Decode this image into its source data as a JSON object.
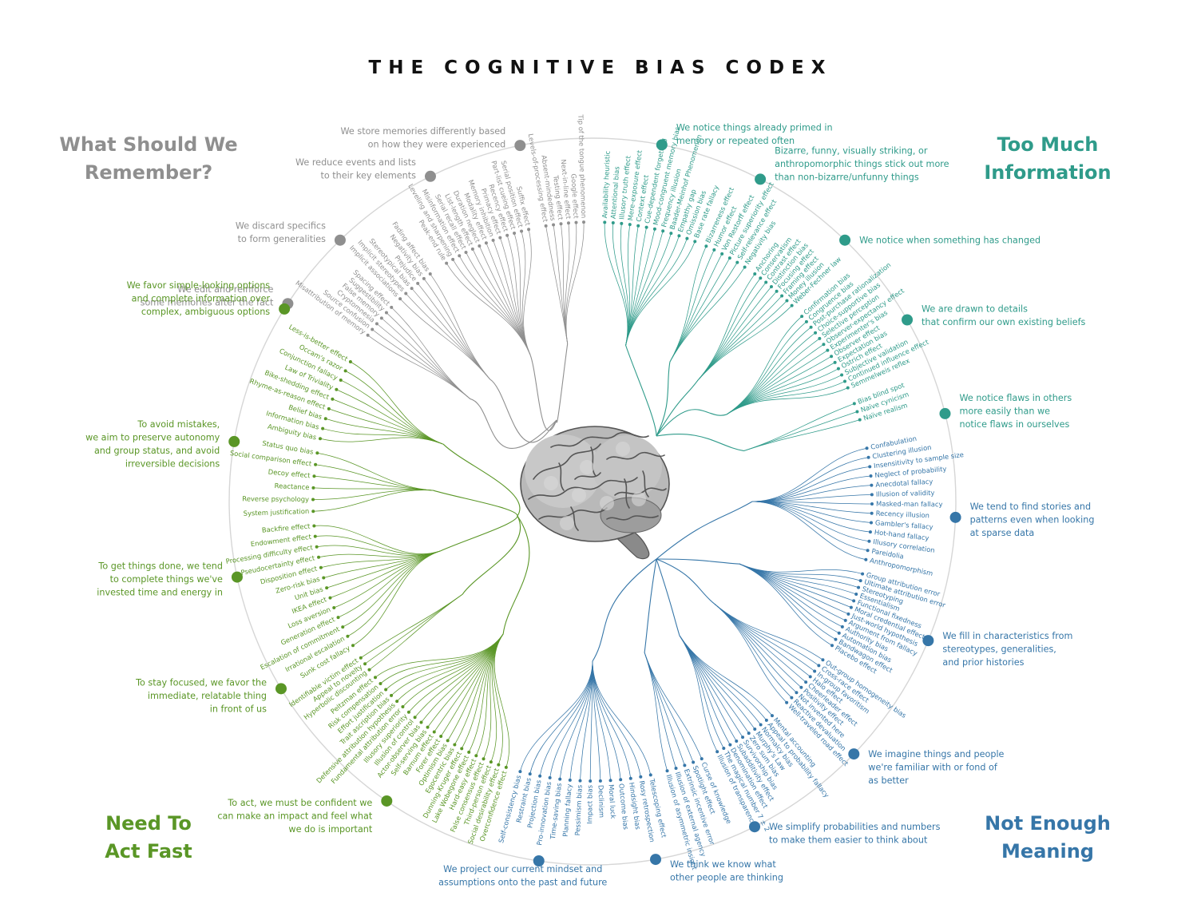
{
  "title": "THE COGNITIVE BIAS CODEX",
  "colors": {
    "gray": "#8f8f8f",
    "teal": "#2f9b8a",
    "blue": "#3676a8",
    "green": "#5a9626",
    "circle": "#d6d6d6"
  },
  "center_icon": "brain-icon",
  "quadrants": {
    "remember": {
      "label": [
        "What Should We",
        "Remember?"
      ]
    },
    "info": {
      "label": [
        "Too Much",
        "Information"
      ]
    },
    "meaning": {
      "label": [
        "Not Enough",
        "Meaning"
      ]
    },
    "fast": {
      "label": [
        "Need To",
        "Act Fast"
      ]
    }
  },
  "subcategories": [
    {
      "id": "g1",
      "color": "gray",
      "text": [
        "We store memories differently based",
        "on how they were experienced"
      ],
      "biases": [
        "Tip of the tongue phenomenon",
        "Google effect",
        "Next-in-line effect",
        "Testing effect",
        "Absent-mindedness",
        "Levels-of-processing effect"
      ]
    },
    {
      "id": "g2",
      "color": "gray",
      "text": [
        "We reduce events and lists",
        "to their key elements"
      ],
      "biases": [
        "Suffix effect",
        "Serial position effect",
        "Part-list cueing effect",
        "Recency effect",
        "Primacy effect",
        "Memory inhibition",
        "Modality effect",
        "Duration neglect",
        "List-length effect",
        "Serial recall effect",
        "Misinformation effect",
        "Leveling and sharpening",
        "Peak-end rule"
      ]
    },
    {
      "id": "g3",
      "color": "gray",
      "text": [
        "We discard specifics",
        "to form generalities"
      ],
      "biases": [
        "Fading affect bias",
        "Negativity bias",
        "Prejudice",
        "Stereotypical bias",
        "Implicit stereotypes",
        "Implicit associations"
      ]
    },
    {
      "id": "g4",
      "color": "gray",
      "text": [
        "We edit and reinforce",
        "some memories after the fact"
      ],
      "biases": [
        "Spacing effect",
        "Suggestibility",
        "False memory",
        "Cryptomnesia",
        "Source confusion",
        "Misattribution of memory"
      ]
    },
    {
      "id": "t1",
      "color": "teal",
      "text": [
        "We notice things already primed in",
        "memory or repeated often"
      ],
      "biases": [
        "Availability heuristic",
        "Attentional bias",
        "Illusory truth effect",
        "Mere-exposure effect",
        "Context effect",
        "Cue-dependent forgetting",
        "Mood-congruent memory bias",
        "Frequency illusion",
        "Baader-Meinhof Phenomenon",
        "Empathy gap",
        "Omission bias",
        "Base rate fallacy"
      ]
    },
    {
      "id": "t2",
      "color": "teal",
      "text": [
        "Bizarre, funny, visually striking, or",
        "anthropomorphic things stick out more",
        "than non-bizarre/unfunny things"
      ],
      "biases": [
        "Bizarreness effect",
        "Humor effect",
        "Von Restorff effect",
        "Picture superiority effect",
        "Self-relevance effect",
        "Negativity bias"
      ]
    },
    {
      "id": "t3",
      "color": "teal",
      "text": [
        "We notice when something has changed"
      ],
      "biases": [
        "Anchoring",
        "Conservatism",
        "Contrast effect",
        "Distinction bias",
        "Focusing effect",
        "Framing effect",
        "Money illusion",
        "Weber-Fechner law"
      ]
    },
    {
      "id": "t4",
      "color": "teal",
      "text": [
        "We are drawn to details",
        "that confirm our own existing beliefs"
      ],
      "biases": [
        "Confirmation bias",
        "Congruence bias",
        "Post-purchase rationalization",
        "Choice-supportive bias",
        "Selective perception",
        "Observer-expectancy effect",
        "Experimenter's bias",
        "Observer effect",
        "Expectation bias",
        "Ostrich effect",
        "Subjective validation",
        "Continued influence effect",
        "Semmelweis reflex"
      ]
    },
    {
      "id": "t5",
      "color": "teal",
      "text": [
        "We notice flaws in others",
        "more easily than we",
        "notice flaws in ourselves"
      ],
      "biases": [
        "Bias blind spot",
        "Naïve cynicism",
        "Naïve realism"
      ]
    },
    {
      "id": "b1",
      "color": "blue",
      "text": [
        "We tend to find stories and",
        "patterns even when looking",
        "at sparse data"
      ],
      "biases": [
        "Confabulation",
        "Clustering illusion",
        "Insensitivity to sample size",
        "Neglect of probability",
        "Anecdotal fallacy",
        "Illusion of validity",
        "Masked-man fallacy",
        "Recency illusion",
        "Gambler's fallacy",
        "Hot-hand fallacy",
        "Illusory correlation",
        "Pareidolia",
        "Anthropomorphism"
      ]
    },
    {
      "id": "b2",
      "color": "blue",
      "text": [
        "We fill in characteristics from",
        "stereotypes, generalities,",
        "and prior histories"
      ],
      "biases": [
        "Group attribution error",
        "Ultimate attribution error",
        "Stereotyping",
        "Essentialism",
        "Functional fixedness",
        "Moral credential effect",
        "Just-world hypothesis",
        "Argument from fallacy",
        "Authority bias",
        "Automation bias",
        "Bandwagon effect",
        "Placebo effect"
      ]
    },
    {
      "id": "b3",
      "color": "blue",
      "text": [
        "We imagine things and people",
        "we're familiar with or fond of",
        "as better"
      ],
      "biases": [
        "Out-group homogeneity bias",
        "Cross-race effect",
        "In-group favoritism",
        "Halo effect",
        "Cheerleader effect",
        "Positivity effect",
        "Not invented here",
        "Reactive devaluation",
        "Well-traveled road effect"
      ]
    },
    {
      "id": "b4",
      "color": "blue",
      "text": [
        "We simplify probabilities and numbers",
        "to make them easier to think about"
      ],
      "biases": [
        "Mental accounting",
        "Appeal to probability fallacy",
        "Normalcy bias",
        "Murphy's Law",
        "Zero sum bias",
        "Survivorship bias",
        "Subadditivity effect",
        "Denomination effect",
        "The magical number 7 ± 2",
        "Illusion of transparency"
      ]
    },
    {
      "id": "b5",
      "color": "blue",
      "text": [
        "We think we know what",
        "other people are thinking"
      ],
      "biases": [
        "Curse of knowledge",
        "Spotlight effect",
        "Extrinsic incentive error",
        "Illusion of external agency",
        "Illusion of asymmetric insight"
      ]
    },
    {
      "id": "b6",
      "color": "blue",
      "text": [
        "We project our current mindset and",
        "assumptions onto the past and future"
      ],
      "biases": [
        "Telescoping effect",
        "Rosy retrospection",
        "Hindsight bias",
        "Outcome bias",
        "Moral luck",
        "Declinism",
        "Impact bias",
        "Pessimism bias",
        "Planning fallacy",
        "Time-saving bias",
        "Pro-innovation bias",
        "Projection bias",
        "Restraint bias",
        "Self-consistency bias"
      ]
    },
    {
      "id": "n1",
      "color": "green",
      "text": [
        "To act, we must be confident we",
        "can make an impact and feel what",
        "we do is important"
      ],
      "biases": [
        "Overconfidence effect",
        "Social desirability effect",
        "Third-person effect",
        "False consensus effect",
        "Hard-easy effect",
        "Lake Wobegone effect",
        "Dunning-Kruger effect",
        "Egocentric bias",
        "Optimism bias",
        "Forer effect",
        "Barnum effect",
        "Self-serving bias",
        "Actor-observer bias",
        "Illusion of control",
        "Illusory superiority",
        "Fundamental attribution error",
        "Defensive attribution hypothesis",
        "Trait ascription bias",
        "Effort justification",
        "Risk compensation",
        "Peltzman effect"
      ]
    },
    {
      "id": "n2",
      "color": "green",
      "text": [
        "To stay focused, we favor the",
        "immediate, relatable thing",
        "in front of us"
      ],
      "biases": [
        "Hyperbolic discounting",
        "Appeal to novelty",
        "Identifiable victim effect"
      ]
    },
    {
      "id": "n3",
      "color": "green",
      "text": [
        "To get things done, we tend",
        "to complete things we've",
        "invested time and energy in"
      ],
      "biases": [
        "Sunk cost fallacy",
        "Irrational escalation",
        "Escalation of commitment",
        "Generation effect",
        "Loss aversion",
        "IKEA effect",
        "Unit bias",
        "Zero-risk bias",
        "Disposition effect",
        "Pseudocertainty effect",
        "Processing difficulty effect",
        "Endowment effect",
        "Backfire effect"
      ]
    },
    {
      "id": "n4",
      "color": "green",
      "text": [
        "To avoid mistakes,",
        "we aim to preserve autonomy",
        "and group status, and avoid",
        "irreversible decisions"
      ],
      "biases": [
        "System justification",
        "Reverse psychology",
        "Reactance",
        "Decoy effect",
        "Social comparison effect",
        "Status quo bias"
      ]
    },
    {
      "id": "n5",
      "color": "green",
      "text": [
        "We favor simple-looking options",
        "and complete information over",
        "complex, ambiguous options"
      ],
      "biases": [
        "Ambiguity bias",
        "Information bias",
        "Belief bias",
        "Rhyme-as-reason effect",
        "Bike-shedding effect",
        "Law of Triviality",
        "Conjunction fallacy",
        "Occam's razor",
        "Less-is-better effect"
      ]
    }
  ]
}
